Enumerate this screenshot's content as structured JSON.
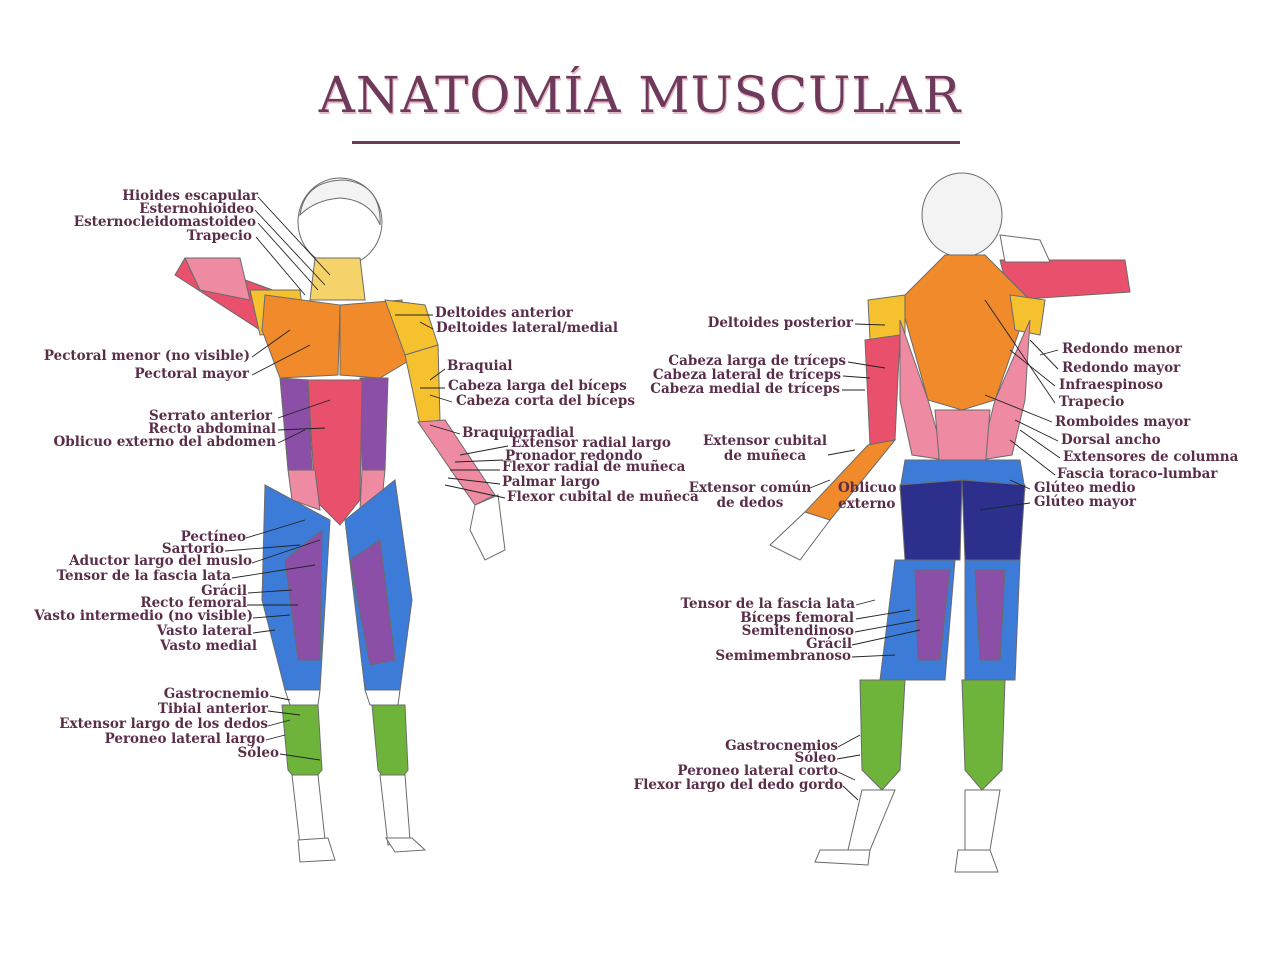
{
  "title": "ANATOMÍA MUSCULAR",
  "colors": {
    "title": "#6e3a5c",
    "label": "#5a2d49",
    "muscle_orange": "#f08a2a",
    "muscle_yellow": "#f6c12e",
    "muscle_red": "#d9435d",
    "muscle_pink": "#ee8aa2",
    "muscle_blue": "#3d7bd8",
    "muscle_navy": "#2c2f8c",
    "muscle_purple": "#8b4fa8",
    "muscle_green": "#6fb43a"
  },
  "front_labels": {
    "hioides": "Hioides escapular",
    "esternohioideo": "Esternohioideo",
    "esternocleido": "Esternocleidomastoideo",
    "trapecio": "Trapecio",
    "pectoral_menor": "Pectoral menor (no visible)",
    "pectoral_mayor": "Pectoral mayor",
    "serrato": "Serrato anterior",
    "recto_abd": "Recto abdominal",
    "oblicuo_ext": "Oblicuo externo del abdomen",
    "deltoides_ant": "Deltoides anterior",
    "deltoides_lat": "Deltoides lateral/medial",
    "braquial": "Braquial",
    "biceps_larga": "Cabeza larga del bíceps",
    "biceps_corta": "Cabeza corta del bíceps",
    "braquiorradial": "Braquiorradial",
    "ext_radial": "Extensor radial largo",
    "pronador": "Pronador redondo",
    "flexor_radial": "Flexor radial de muñeca",
    "palmar": "Palmar largo",
    "flexor_cubital": "Flexor cubital de muñeca",
    "pectineo": "Pectíneo",
    "sartorio": "Sartorio",
    "aductor": "Aductor largo del muslo",
    "tensor": "Tensor de la fascia lata",
    "gracil": "Grácil",
    "recto_femoral": "Recto femoral",
    "vasto_int": "Vasto intermedio (no visible)",
    "vasto_lat": "Vasto lateral",
    "vasto_med": "Vasto medial",
    "gastrocnemio": "Gastrocnemio",
    "tibial": "Tibial anterior",
    "ext_dedos": "Extensor largo de los dedos",
    "peroneo_largo": "Peroneo lateral largo",
    "soleo": "Sóleo"
  },
  "back_labels": {
    "deltoides_post": "Deltoides posterior",
    "triceps_larga": "Cabeza larga de tríceps",
    "triceps_lateral": "Cabeza lateral de tríceps",
    "triceps_medial": "Cabeza medial de tríceps",
    "ext_cubital_1": "Extensor cubital",
    "ext_cubital_2": "de muñeca",
    "ext_comun_1": "Extensor común",
    "ext_comun_2": "de dedos",
    "oblicuo_1": "Oblicuo",
    "oblicuo_2": "externo",
    "redondo_menor": "Redondo menor",
    "redondo_mayor": "Redondo mayor",
    "infraespinoso": "Infraespinoso",
    "trapecio": "Trapecio",
    "romboides": "Romboides mayor",
    "dorsal": "Dorsal ancho",
    "extensores_col": "Extensores de columna",
    "fascia": "Fascia toraco-lumbar",
    "gluteo_medio": "Glúteo medio",
    "gluteo_mayor": "Glúteo mayor",
    "tensor": "Tensor de la fascia lata",
    "biceps_fem": "Bíceps femoral",
    "semitendinoso": "Semitendinoso",
    "gracil": "Grácil",
    "semimembranoso": "Semimembranoso",
    "gastrocnemios": "Gastrocnemios",
    "soleo": "Sóleo",
    "peroneo_corto": "Peroneo lateral corto",
    "flexor_dedo": "Flexor largo del dedo gordo"
  }
}
